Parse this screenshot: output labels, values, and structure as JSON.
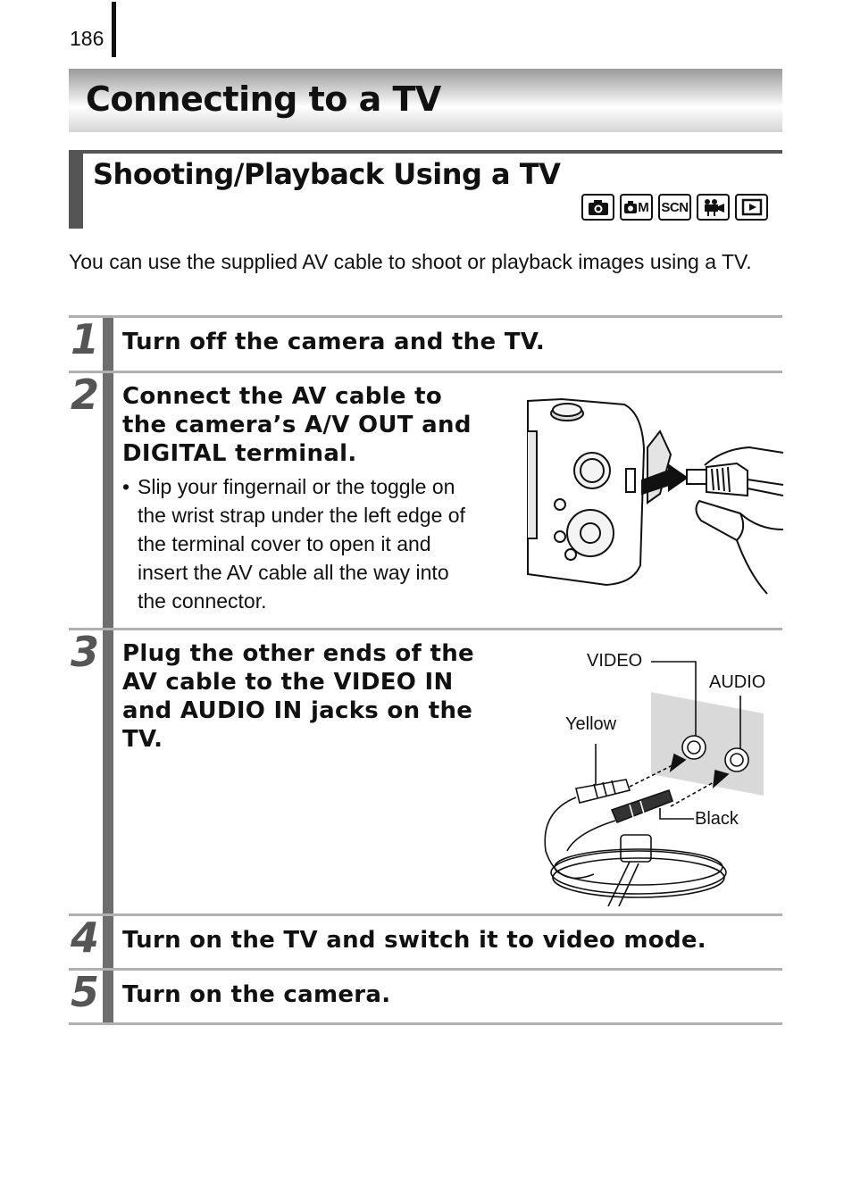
{
  "page": {
    "number": "186"
  },
  "header": {
    "title": "Connecting to a TV"
  },
  "section": {
    "title": "Shooting/Playback Using a TV",
    "mode_icons": [
      "camera-auto-icon",
      "camera-manual-icon",
      "scene-mode-icon",
      "movie-mode-icon",
      "playback-icon"
    ],
    "mode_labels": {
      "manual": "M",
      "scene": "SCN"
    }
  },
  "intro": "You can use the supplied AV cable to shoot or playback images using a TV.",
  "steps": [
    {
      "number": "1",
      "heading": "Turn off the camera and the TV."
    },
    {
      "number": "2",
      "heading_lines": [
        "Connect the AV cable to",
        "the camera’s A/V OUT and",
        "DIGITAL terminal."
      ],
      "bullet_lines": [
        "Slip your fingernail or the toggle on",
        "the wrist strap under the left edge of",
        "the terminal cover to open it and",
        "insert the AV cable all the way into",
        "the connector."
      ]
    },
    {
      "number": "3",
      "heading_lines": [
        "Plug the other ends of the",
        "AV cable to the VIDEO IN",
        "and AUDIO IN jacks on the",
        "TV."
      ],
      "figure_labels": {
        "video": "VIDEO",
        "audio": "AUDIO",
        "yellow": "Yellow",
        "black": "Black"
      }
    },
    {
      "number": "4",
      "heading": "Turn on the TV and switch it to video mode."
    },
    {
      "number": "5",
      "heading": "Turn on the camera."
    }
  ],
  "colors": {
    "rail": "#6e6e6e",
    "divider": "#b0b0b0",
    "section_bar": "#555555"
  }
}
